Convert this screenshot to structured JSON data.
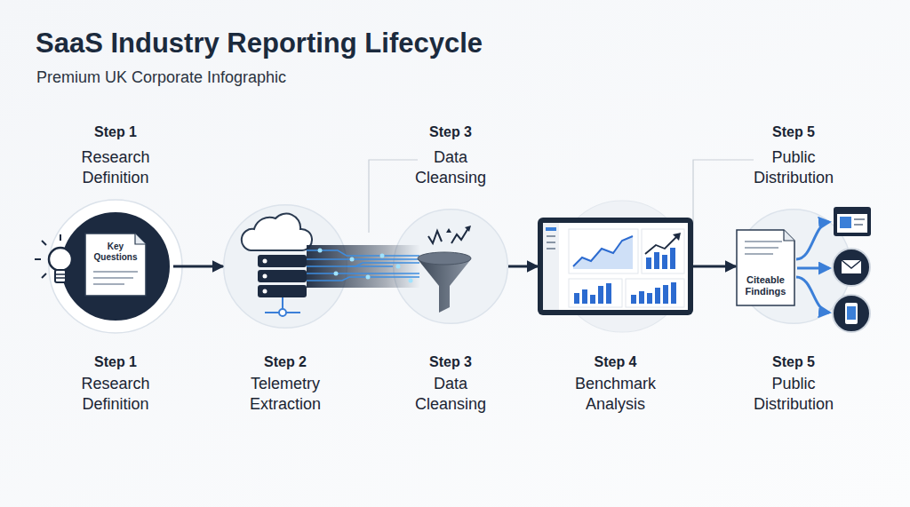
{
  "diagram": {
    "title": "SaaS Industry Reporting Lifecycle",
    "caption": "Premium UK Corporate Infographic",
    "nodes": [
      {
        "text": [
          "Step 1",
          "Research Definition"
        ]
      },
      {
        "text": [
          "Key Questions"
        ],
        "in": 0
      },
      {
        "text": [
          "Step 2",
          "Telemetry Extraction"
        ]
      },
      {
        "text": [
          "Step 3",
          "Data Cleansing"
        ]
      },
      {
        "text": [
          "Step 4",
          "Benchmark Analysis"
        ]
      },
      {
        "text": [
          "Step 5",
          "Public Distribution"
        ]
      },
      {
        "text": [
          "Citeable Findings"
        ],
        "in": 5
      }
    ],
    "edges": [
      {
        "from": 0,
        "to": 2,
        "arrow": "to"
      },
      {
        "from": 2,
        "to": 3,
        "arrow": "none"
      },
      {
        "from": 3,
        "to": 4,
        "arrow": "to"
      },
      {
        "from": 4,
        "to": 5,
        "arrow": "to"
      }
    ],
    "labels": [
      "Step 1",
      "Research Definition",
      "Step 3",
      "Data Cleansing",
      "Step 5",
      "Public Distribution"
    ]
  }
}
